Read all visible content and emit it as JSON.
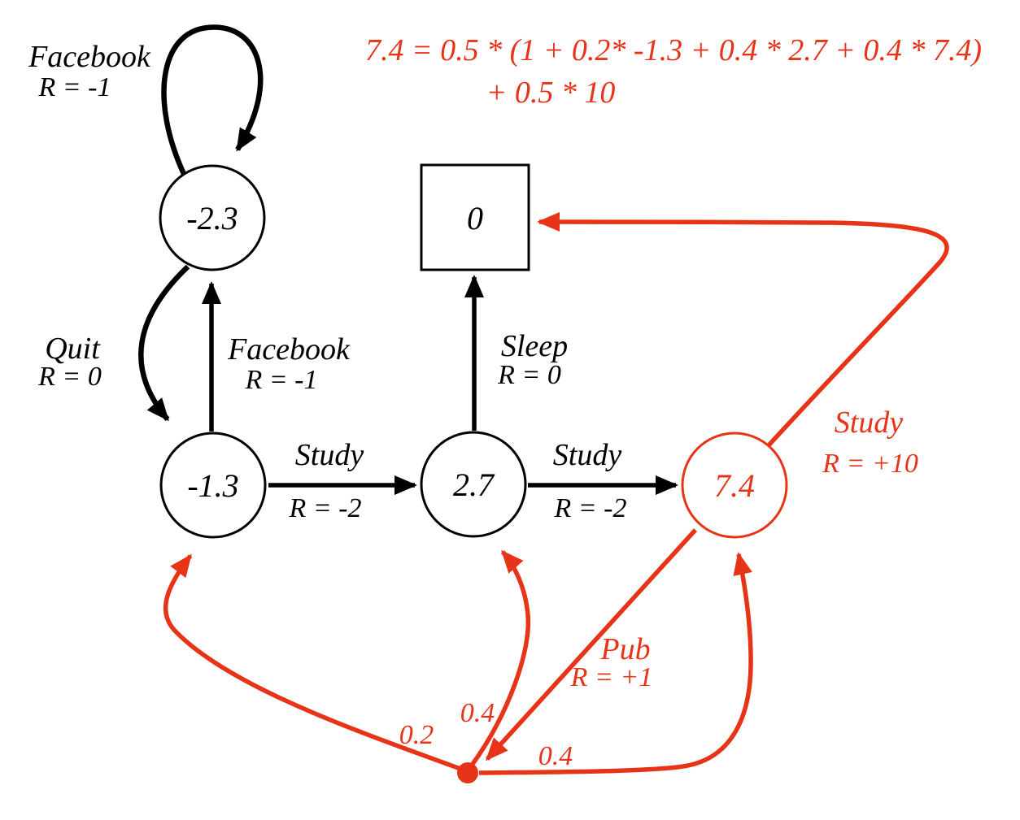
{
  "figure": {
    "description": "Student MDP state-value diagram with Bellman expectation backup for the Pub/Study decision",
    "equation": {
      "line1": "7.4 = 0.5 * (1 + 0.2* -1.3 + 0.4 * 2.7 + 0.4 * 7.4)",
      "line2": "+ 0.5 * 10"
    },
    "states": {
      "facebook_state": {
        "value": "-2.3",
        "shape": "circle"
      },
      "class1_state": {
        "value": "-1.3",
        "shape": "circle"
      },
      "class2_state": {
        "value": "2.7",
        "shape": "circle"
      },
      "class3_state": {
        "value": "7.4",
        "shape": "circle",
        "highlighted": true
      },
      "terminal_state": {
        "value": "0",
        "shape": "square"
      }
    },
    "actions": {
      "facebook_loop": {
        "label": "Facebook",
        "reward": "R = -1"
      },
      "quit": {
        "label": "Quit",
        "reward": "R = 0"
      },
      "facebook_down": {
        "label": "Facebook",
        "reward": "R = -1"
      },
      "study1": {
        "label": "Study",
        "reward": "R = -2"
      },
      "sleep": {
        "label": "Sleep",
        "reward": "R = 0"
      },
      "study2": {
        "label": "Study",
        "reward": "R = -2"
      },
      "study_final": {
        "label": "Study",
        "reward": "R = +10"
      },
      "pub": {
        "label": "Pub",
        "reward": "R = +1"
      }
    },
    "pub_transition_probabilities": {
      "to_class1": "0.2",
      "to_class2": "0.4",
      "to_class3": "0.4"
    },
    "colors": {
      "highlight_red": "#e73418",
      "black": "#000000",
      "background": "#ffffff"
    }
  }
}
